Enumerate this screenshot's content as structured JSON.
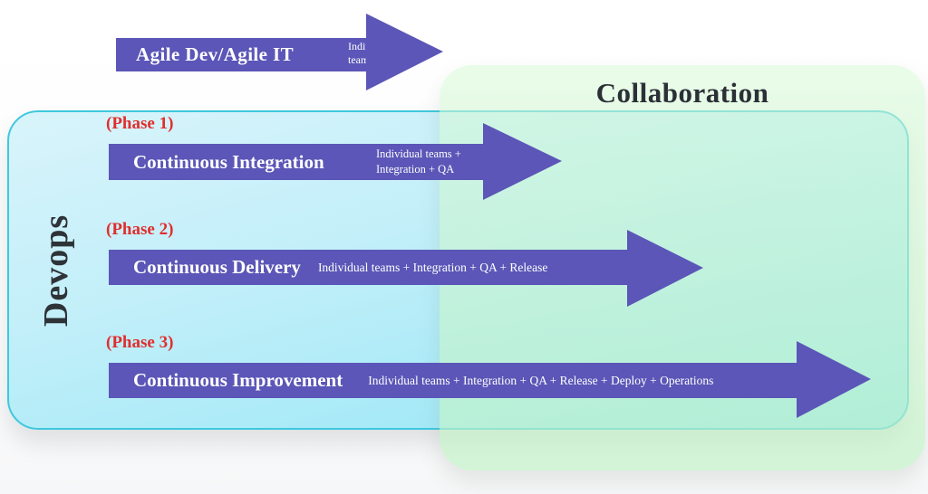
{
  "colors": {
    "arrow_purple": "#5b56b7",
    "arrow_text": "#ffffff",
    "phase_tag_red": "#e02e2e",
    "blue_panel_top": "#d9f4fb",
    "blue_panel_bottom": "#93e6f6",
    "blue_panel_border": "#3fc8de",
    "green_panel": "#d3f5d6",
    "title_text": "#2b3036"
  },
  "top_arrow": {
    "label": "Agile Dev/Agile IT",
    "sub_line1": "Individual",
    "sub_line2": "teams"
  },
  "collaboration_panel": {
    "title": "Collaboration"
  },
  "devops_panel": {
    "title": "Devops"
  },
  "phases": [
    {
      "tag": "(Phase 1)",
      "label": "Continuous Integration",
      "sub_line1": "Individual teams +",
      "sub_line2": "Integration + QA"
    },
    {
      "tag": "(Phase 2)",
      "label": "Continuous Delivery",
      "sub": "Individual teams + Integration + QA + Release"
    },
    {
      "tag": "(Phase 3)",
      "label": "Continuous Improvement",
      "sub": "Individual teams + Integration + QA + Release + Deploy + Operations"
    }
  ]
}
